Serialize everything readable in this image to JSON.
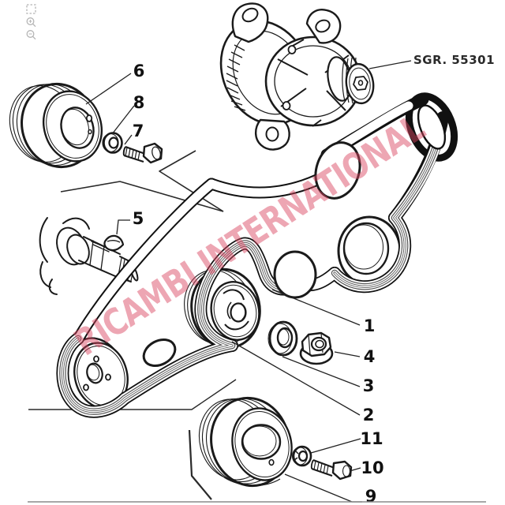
{
  "viewer": {
    "tools": [
      {
        "name": "marquee-select"
      },
      {
        "name": "zoom-in"
      },
      {
        "name": "zoom-out"
      }
    ]
  },
  "diagram": {
    "group_code": "SGR. 55301",
    "watermark": "RICAMBI INTERNATIONAL",
    "callouts": [
      {
        "label": "6"
      },
      {
        "label": "8"
      },
      {
        "label": "7"
      },
      {
        "label": "5"
      },
      {
        "label": "1"
      },
      {
        "label": "4"
      },
      {
        "label": "3"
      },
      {
        "label": "2"
      },
      {
        "label": "11"
      },
      {
        "label": "10"
      },
      {
        "label": "9"
      }
    ],
    "colors": {
      "line": "#1a1a1a",
      "watermark_pink": "#d94560",
      "callout_text": "#111111",
      "ui_icon_gray": "#b5b5b5",
      "border_gray": "#8a8a8a"
    }
  }
}
